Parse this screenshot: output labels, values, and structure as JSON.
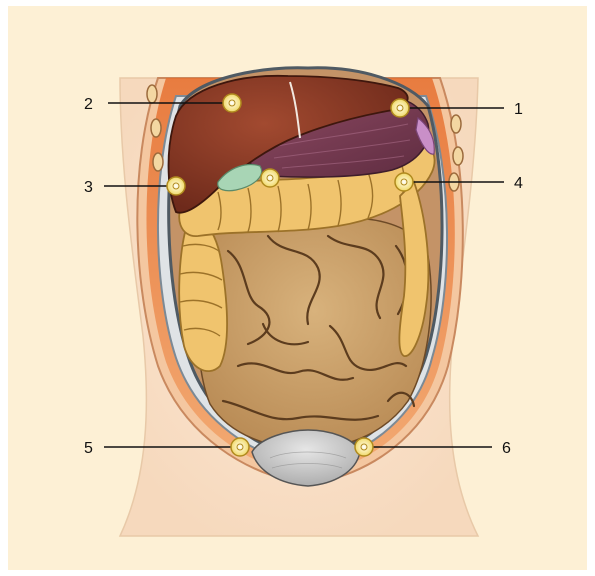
{
  "diagram": {
    "colors": {
      "background": "#fdf0d5",
      "skin": "#fbe5cf",
      "muscle": "#e67a3d",
      "liver": "#8a3b27",
      "stomach": "#7a3f55",
      "gallbladder": "#a8d5b5",
      "colon": "#f0c46e",
      "small_intestine": "#c9a06a",
      "bladder": "#c8c8c8",
      "marker": "#f7e27a"
    },
    "callouts": [
      {
        "id": "1",
        "label": "1"
      },
      {
        "id": "2",
        "label": "2"
      },
      {
        "id": "3",
        "label": "3"
      },
      {
        "id": "4",
        "label": "4"
      },
      {
        "id": "5",
        "label": "5"
      },
      {
        "id": "6",
        "label": "6"
      }
    ]
  }
}
